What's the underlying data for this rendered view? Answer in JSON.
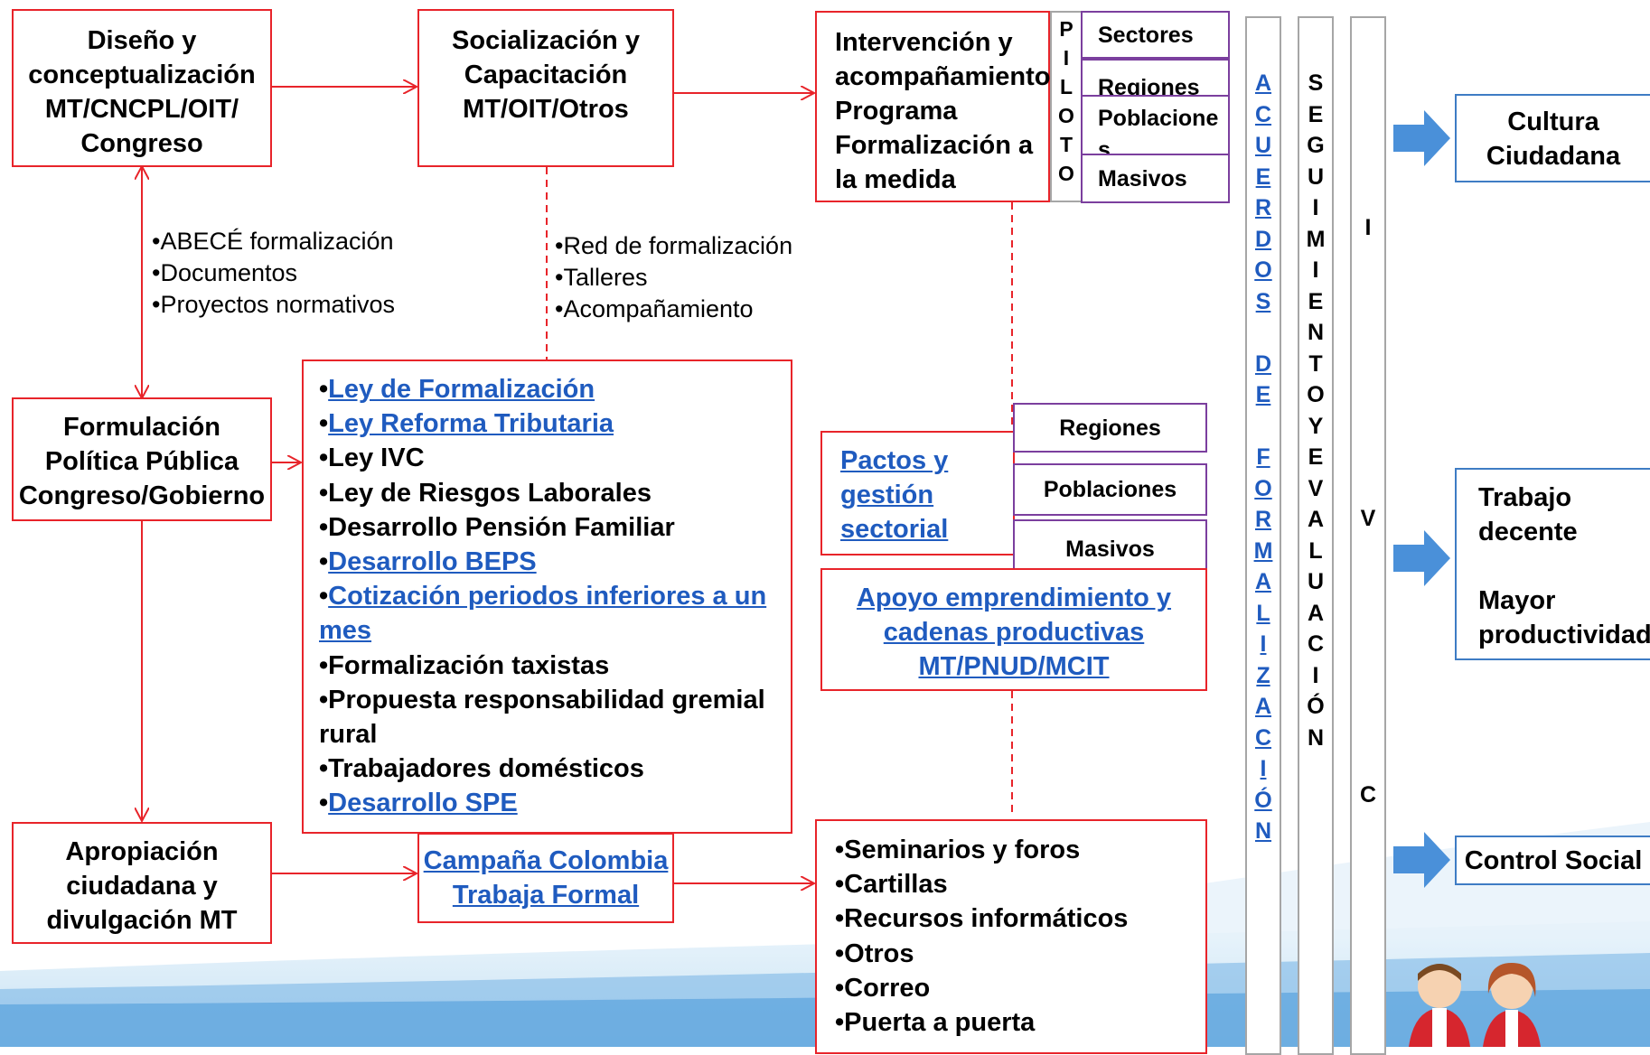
{
  "boxes": {
    "diseno": [
      "Diseño y",
      "conceptualización",
      "MT/CNCPL/OIT/",
      "Congreso"
    ],
    "socializacion": [
      "Socialización y",
      "Capacitación",
      "MT/OIT/Otros"
    ],
    "intervencion": [
      "Intervención y",
      "acompañamiento",
      "Programa",
      "Formalización a",
      "la medida"
    ],
    "formulacion": [
      "Formulación",
      "Política Pública",
      "Congreso/Gobierno"
    ],
    "apropiacion": [
      "Apropiación",
      "ciudadana y",
      "divulgación MT"
    ]
  },
  "piloto": [
    "P",
    "I",
    "L",
    "O",
    "T",
    "O"
  ],
  "piloto_items": [
    "Sectores",
    "Regiones",
    "Poblacione s",
    "Masivos"
  ],
  "notes_left": [
    "•ABECÉ formalización",
    "•Documentos",
    "•Proyectos normativos"
  ],
  "notes_mid": [
    "•Red de formalización",
    "•Talleres",
    "•Acompañamiento"
  ],
  "laws": [
    {
      "text": "Ley de Formalización",
      "link": true
    },
    {
      "text": "Ley Reforma Tributaria",
      "link": true
    },
    {
      "text": "Ley IVC",
      "link": false
    },
    {
      "text": "Ley de Riesgos Laborales",
      "link": false
    },
    {
      "text": "Desarrollo Pensión Familiar",
      "link": false
    },
    {
      "text": "Desarrollo BEPS",
      "link": true
    },
    {
      "text": "Cotización periodos inferiores a un",
      "link": true
    },
    {
      "text": "mes",
      "link": true,
      "cont": true
    },
    {
      "text": "Formalización taxistas",
      "link": false
    },
    {
      "text": "Propuesta responsabilidad gremial",
      "link": false
    },
    {
      "text": "rural",
      "link": false,
      "cont": true
    },
    {
      "text": "Trabajadores domésticos",
      "link": false
    },
    {
      "text": "Desarrollo SPE",
      "link": true
    }
  ],
  "pactos": [
    "Pactos y",
    "gestión",
    "sectorial"
  ],
  "pactos_items": [
    "Regiones",
    "Poblaciones",
    "Masivos"
  ],
  "apoyo": [
    "Apoyo emprendimiento y",
    "cadenas productivas",
    "MT/PNUD/MCIT"
  ],
  "campana": [
    "Campaña Colombia",
    "Trabaja Formal"
  ],
  "medios": [
    "•Seminarios y foros",
    "•Cartillas",
    "•Recursos informáticos",
    "•Otros",
    "•Correo",
    "•Puerta a puerta"
  ],
  "vert_acuerdos": [
    "A",
    "C",
    "U",
    "E",
    "R",
    "D",
    "O",
    "S",
    " ",
    "D",
    "E",
    " ",
    "F",
    "O",
    "R",
    "M",
    "A",
    "L",
    "I",
    "Z",
    "A",
    "C",
    "I",
    "Ó",
    "N"
  ],
  "vert_seguimiento": [
    "S",
    "E",
    "G",
    "U",
    "I",
    "M",
    "I",
    "E",
    "N",
    "T",
    "O",
    "Y",
    "E",
    "V",
    "A",
    "L",
    "U",
    "A",
    "C",
    "I",
    "Ó",
    "N"
  ],
  "vert_ivc": [
    "I",
    "V",
    "C"
  ],
  "outcomes": {
    "cultura": [
      "Cultura",
      "Ciudadana"
    ],
    "trabajo": [
      "Trabajo",
      "decente",
      "",
      "Mayor",
      "productividad"
    ],
    "control": [
      "Control Social"
    ]
  },
  "colors": {
    "red": "#e8242a",
    "purple": "#7b3f9e",
    "link": "#1f5bbf",
    "arrow": "#4a90d9",
    "outcome_border": "#3e7cc4"
  }
}
